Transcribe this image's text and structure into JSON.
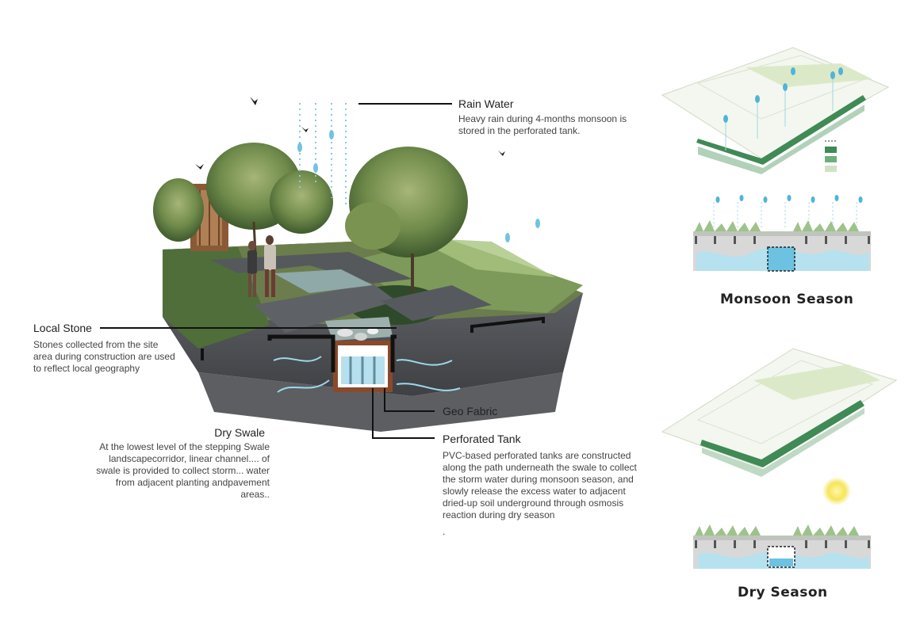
{
  "labels": {
    "rain_water": {
      "title": "Rain Water",
      "text": "Heavy rain during 4-months monsoon is stored in the perforated tank."
    },
    "local_stone": {
      "title": "Local Stone",
      "text": "Stones collected from the site area during construction are used to reflect local geography"
    },
    "dry_swale": {
      "title": "Dry Swale",
      "text": "At the lowest level of the stepping Swale landscapecorridor, linear channel.... of swale is provided to collect storm... water from adjacent planting andpavement areas.."
    },
    "geo_fabric": {
      "title": "Geo Fabric"
    },
    "perforated_tank": {
      "title": "Perforated Tank",
      "text": "PVC-based perforated tanks are constructed along the path underneath the swale to collect the storm water during monsoon season, and slowly release the excess water to adjacent dried-up soil underground through osmosis reaction during dry season",
      "trail": "."
    }
  },
  "seasons": {
    "monsoon": "Monsoon Season",
    "dry": "Dry Season"
  },
  "colors": {
    "green_dark": "#3f8a55",
    "green_light": "#b6d39c",
    "water_blue": "#8fd0e8",
    "soil": "#5b5e62",
    "sun": "#f5e55a"
  }
}
